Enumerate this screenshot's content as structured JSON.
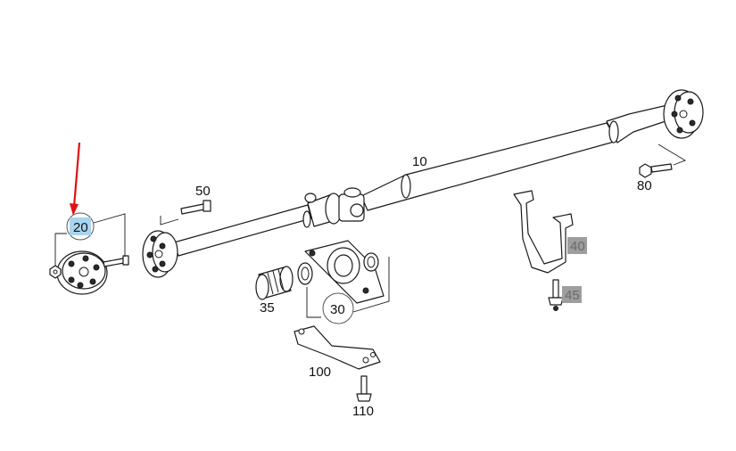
{
  "diagram": {
    "parts": [
      {
        "id": "p10",
        "label": "10"
      },
      {
        "id": "p20",
        "label": "20",
        "highlighted": true
      },
      {
        "id": "p30",
        "label": "30"
      },
      {
        "id": "p35",
        "label": "35"
      },
      {
        "id": "p40",
        "label": "40",
        "tag": "grey"
      },
      {
        "id": "p45",
        "label": "45",
        "tag": "grey"
      },
      {
        "id": "p50",
        "label": "50"
      },
      {
        "id": "p80",
        "label": "80"
      },
      {
        "id": "p100",
        "label": "100"
      },
      {
        "id": "p110",
        "label": "110"
      }
    ],
    "colors": {
      "highlight": "#a9d4ef",
      "grey_tag": "#9e9e9e",
      "arrow": "#e01010",
      "line": "#1a1a1a"
    }
  }
}
